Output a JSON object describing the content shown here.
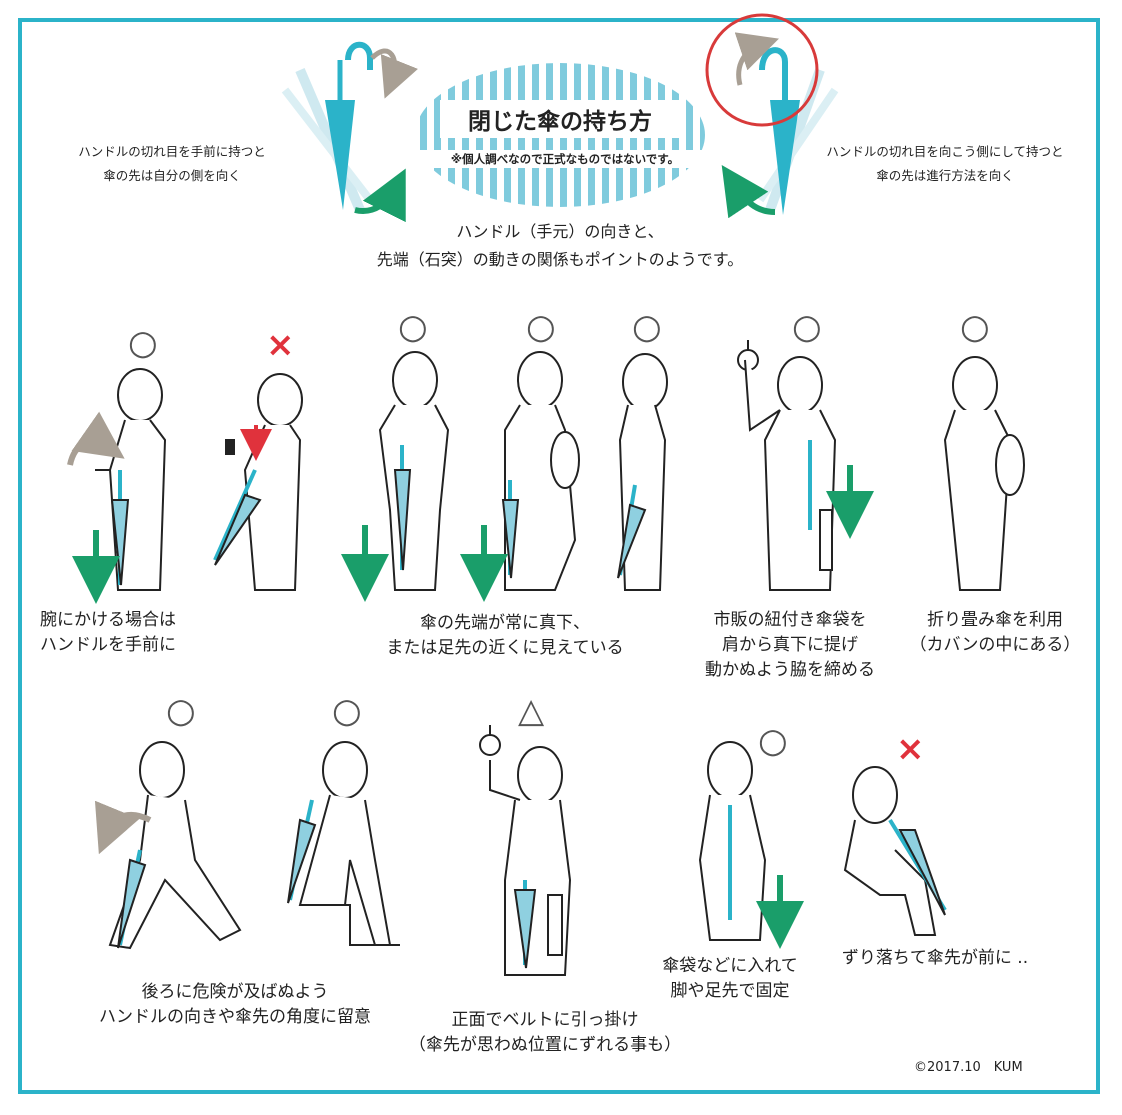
{
  "colors": {
    "border": "#2bb3c9",
    "umbrella": "#2bb3c9",
    "umbrella_light": "#8fd0e0",
    "arrow_green": "#1a9e6a",
    "arrow_gray": "#a89f94",
    "mark_x": "#e0323c",
    "mark_o": "#555555",
    "highlight_circle": "#d83a3a"
  },
  "header": {
    "title": "閉じた傘の持ち方",
    "note": "※個人調べなので正式なものではないです。",
    "left_caption": [
      "ハンドルの切れ目を手前に持つと",
      "傘の先は自分の側を向く"
    ],
    "right_caption": [
      "ハンドルの切れ目を向こう側にして持つと",
      "傘の先は進行方法を向く"
    ],
    "subtitle": [
      "ハンドル（手元）の向きと、",
      "先端（石突）の動きの関係もポイントのようです。"
    ]
  },
  "marks": {
    "ok": "○",
    "ng": "×",
    "caution": "△"
  },
  "row1": {
    "captions": [
      [
        "腕にかける場合は",
        "ハンドルを手前に"
      ],
      [
        "傘の先端が常に真下、",
        "または足先の近くに見えている"
      ],
      [
        "市販の紐付き傘袋を",
        "肩から真下に提げ",
        "動かぬよう脇を締める"
      ],
      [
        "折り畳み傘を利用",
        "（カバンの中にある）"
      ]
    ]
  },
  "row2": {
    "captions": [
      [
        "後ろに危険が及ばぬよう",
        "ハンドルの向きや傘先の角度に留意"
      ],
      [
        "正面でベルトに引っ掛け",
        "（傘先が思わぬ位置にずれる事も）"
      ],
      [
        "傘袋などに入れて",
        "脚や足先で固定"
      ],
      [
        "ずり落ちて傘先が前に .."
      ]
    ]
  },
  "copyright": "©2017.10　KUM"
}
